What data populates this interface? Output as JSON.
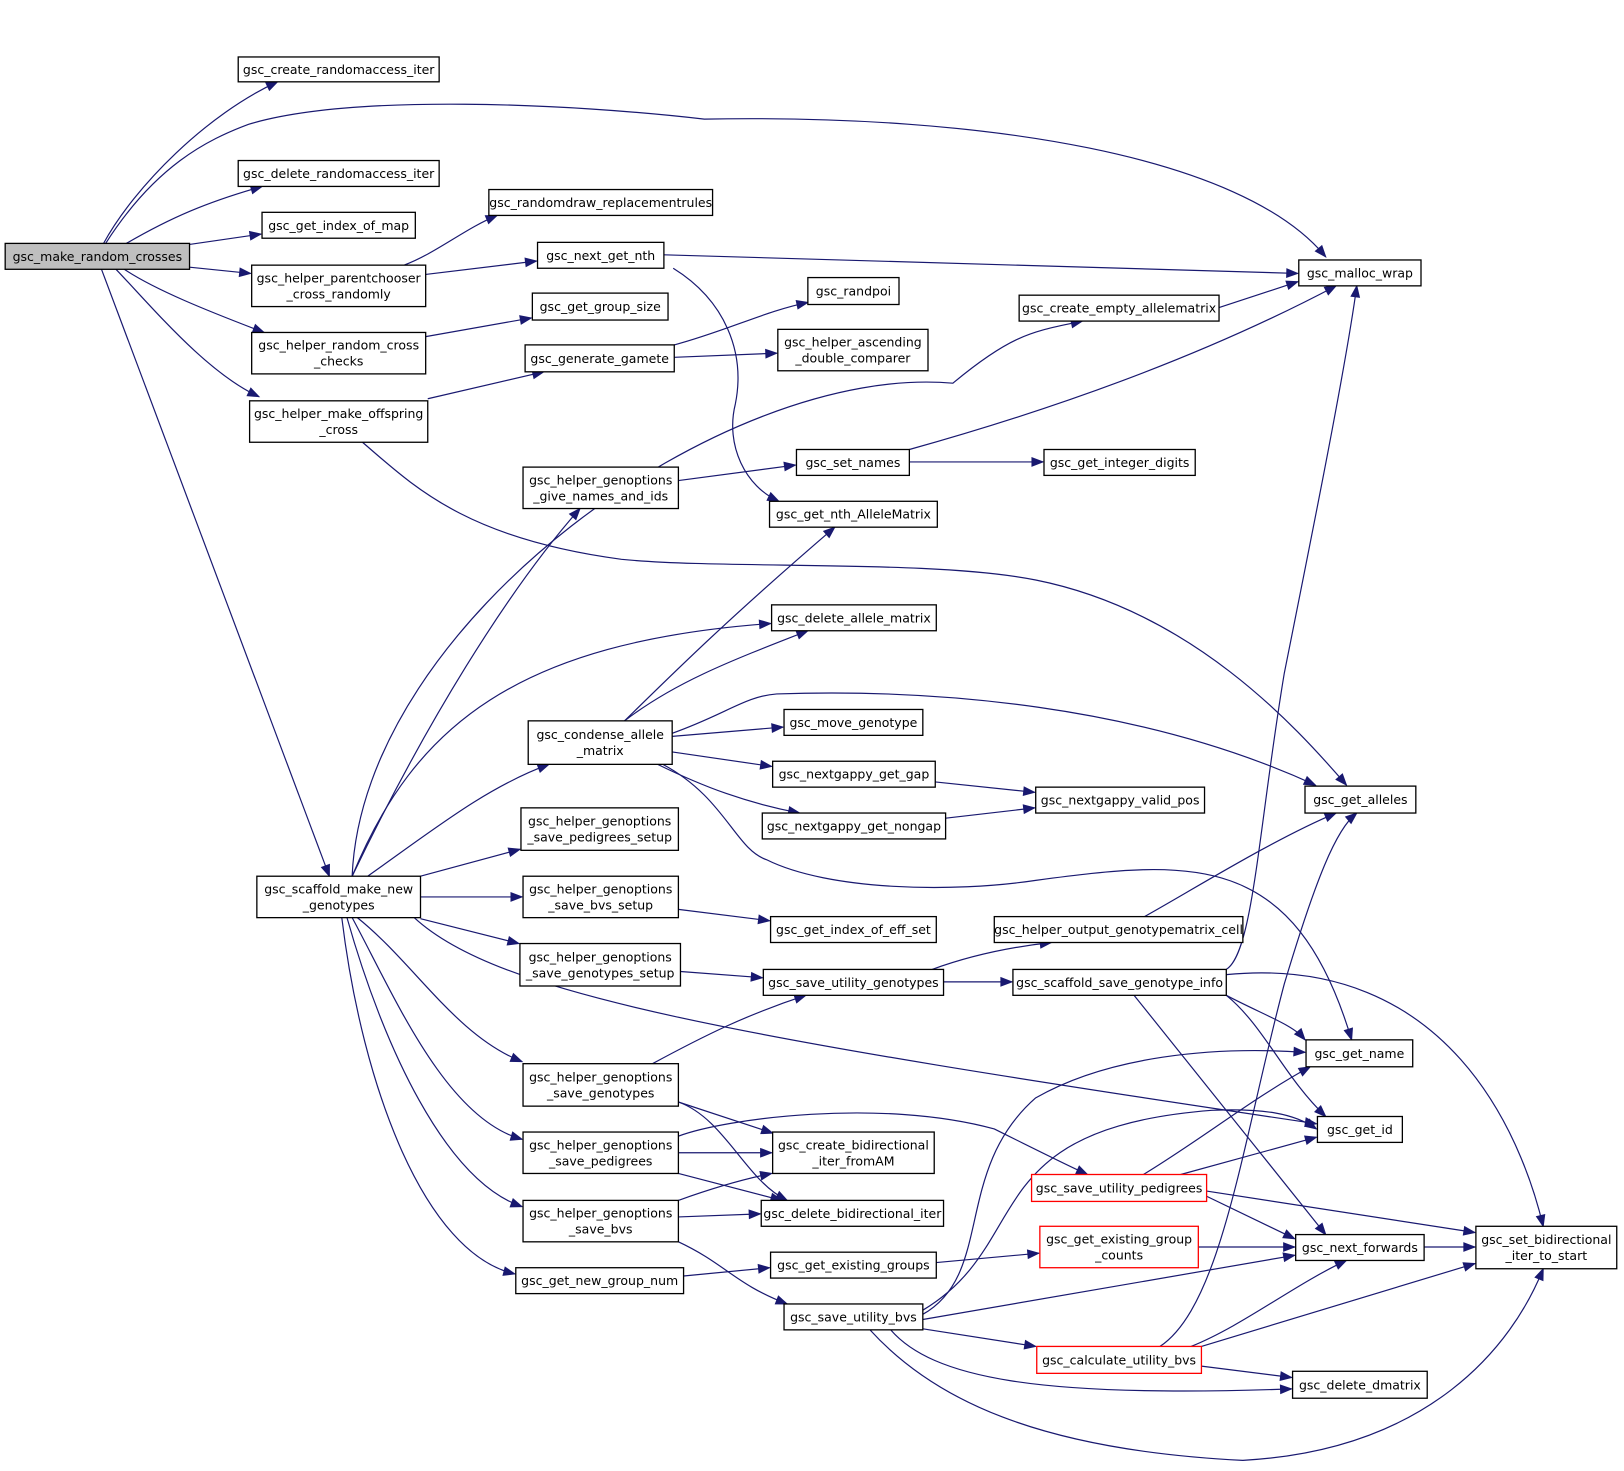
{
  "diagram": {
    "edge_color": "#191970",
    "root_fill": "#bfbfbf",
    "truncated_border": "#ff0000",
    "nodes": [
      {
        "id": "root",
        "lines": [
          "gsc_make_random_crosses"
        ],
        "style": "root"
      },
      {
        "id": "cri",
        "lines": [
          "gsc_create_randomaccess_iter"
        ]
      },
      {
        "id": "dri",
        "lines": [
          "gsc_delete_randomaccess_iter"
        ]
      },
      {
        "id": "gim",
        "lines": [
          "gsc_get_index_of_map"
        ]
      },
      {
        "id": "hpc",
        "lines": [
          "gsc_helper_parentchooser",
          "_cross_randomly"
        ]
      },
      {
        "id": "hrc",
        "lines": [
          "gsc_helper_random_cross",
          "_checks"
        ]
      },
      {
        "id": "hmo",
        "lines": [
          "gsc_helper_make_offspring",
          "_cross"
        ]
      },
      {
        "id": "rdr",
        "lines": [
          "gsc_randomdraw_replacementrules"
        ]
      },
      {
        "id": "ngn",
        "lines": [
          "gsc_next_get_nth"
        ]
      },
      {
        "id": "ggs",
        "lines": [
          "gsc_get_group_size"
        ]
      },
      {
        "id": "gg",
        "lines": [
          "gsc_generate_gamete"
        ]
      },
      {
        "id": "rp",
        "lines": [
          "gsc_randpoi"
        ]
      },
      {
        "id": "had",
        "lines": [
          "gsc_helper_ascending",
          "_double_comparer"
        ]
      },
      {
        "id": "cea",
        "lines": [
          "gsc_create_empty_allelematrix"
        ]
      },
      {
        "id": "mw",
        "lines": [
          "gsc_malloc_wrap"
        ]
      },
      {
        "id": "hgn",
        "lines": [
          "gsc_helper_genoptions",
          "_give_names_and_ids"
        ]
      },
      {
        "id": "sn",
        "lines": [
          "gsc_set_names"
        ]
      },
      {
        "id": "gid",
        "lines": [
          "gsc_get_integer_digits"
        ]
      },
      {
        "id": "gna",
        "lines": [
          "gsc_get_nth_AlleleMatrix"
        ]
      },
      {
        "id": "dam",
        "lines": [
          "gsc_delete_allele_matrix"
        ]
      },
      {
        "id": "cam",
        "lines": [
          "gsc_condense_allele",
          "_matrix"
        ]
      },
      {
        "id": "mg",
        "lines": [
          "gsc_move_genotype"
        ]
      },
      {
        "id": "ngg",
        "lines": [
          "gsc_nextgappy_get_gap"
        ]
      },
      {
        "id": "ngng",
        "lines": [
          "gsc_nextgappy_get_nongap"
        ]
      },
      {
        "id": "nvp",
        "lines": [
          "gsc_nextgappy_valid_pos"
        ]
      },
      {
        "id": "ga",
        "lines": [
          "gsc_get_alleles"
        ]
      },
      {
        "id": "hps",
        "lines": [
          "gsc_helper_genoptions",
          "_save_pedigrees_setup"
        ]
      },
      {
        "id": "smn",
        "lines": [
          "gsc_scaffold_make_new",
          "_genotypes"
        ]
      },
      {
        "id": "hbs",
        "lines": [
          "gsc_helper_genoptions",
          "_save_bvs_setup"
        ]
      },
      {
        "id": "gies",
        "lines": [
          "gsc_get_index_of_eff_set"
        ]
      },
      {
        "id": "hogc",
        "lines": [
          "gsc_helper_output_genotypematrix_cell"
        ]
      },
      {
        "id": "hgs",
        "lines": [
          "gsc_helper_genoptions",
          "_save_genotypes_setup"
        ]
      },
      {
        "id": "sug",
        "lines": [
          "gsc_save_utility_genotypes"
        ]
      },
      {
        "id": "ssgi",
        "lines": [
          "gsc_scaffold_save_genotype_info"
        ]
      },
      {
        "id": "gn",
        "lines": [
          "gsc_get_name"
        ]
      },
      {
        "id": "hsg",
        "lines": [
          "gsc_helper_genoptions",
          "_save_genotypes"
        ]
      },
      {
        "id": "gi",
        "lines": [
          "gsc_get_id"
        ]
      },
      {
        "id": "hsp",
        "lines": [
          "gsc_helper_genoptions",
          "_save_pedigrees"
        ]
      },
      {
        "id": "cbi",
        "lines": [
          "gsc_create_bidirectional",
          "_iter_fromAM"
        ]
      },
      {
        "id": "sup",
        "lines": [
          "gsc_save_utility_pedigrees"
        ],
        "style": "trunc"
      },
      {
        "id": "hsb",
        "lines": [
          "gsc_helper_genoptions",
          "_save_bvs"
        ]
      },
      {
        "id": "dbi",
        "lines": [
          "gsc_delete_bidirectional_iter"
        ]
      },
      {
        "id": "sbis",
        "lines": [
          "gsc_set_bidirectional",
          "_iter_to_start"
        ]
      },
      {
        "id": "gegc",
        "lines": [
          "gsc_get_existing_group",
          "_counts"
        ],
        "style": "trunc"
      },
      {
        "id": "nf",
        "lines": [
          "gsc_next_forwards"
        ]
      },
      {
        "id": "geg",
        "lines": [
          "gsc_get_existing_groups"
        ]
      },
      {
        "id": "gngn",
        "lines": [
          "gsc_get_new_group_num"
        ]
      },
      {
        "id": "sub",
        "lines": [
          "gsc_save_utility_bvs"
        ]
      },
      {
        "id": "cub",
        "lines": [
          "gsc_calculate_utility_bvs"
        ],
        "style": "trunc"
      },
      {
        "id": "ddm",
        "lines": [
          "gsc_delete_dmatrix"
        ]
      }
    ]
  }
}
